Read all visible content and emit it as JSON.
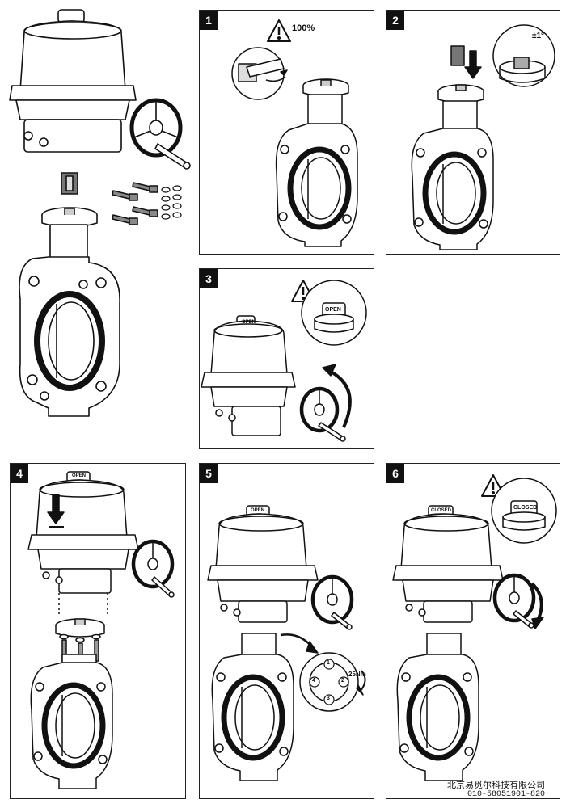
{
  "steps": [
    {
      "number": "1",
      "warning_text": "100%"
    },
    {
      "number": "2",
      "tolerance_text": "±1°"
    },
    {
      "number": "3",
      "indicator_text": "OPEN",
      "zoom_text": "OPEN"
    },
    {
      "number": "4",
      "indicator_text": "OPEN"
    },
    {
      "number": "5",
      "indicator_text": "OPEN",
      "bolt_numbers": [
        "1",
        "2",
        "3",
        "4"
      ],
      "torque_text": "25Nm"
    },
    {
      "number": "6",
      "indicator_text": "CLOSED",
      "zoom_text": "CLOSED"
    }
  ],
  "footer": {
    "company": "北京易觅尔科技有限公司",
    "phone": "010-58051901-820"
  }
}
